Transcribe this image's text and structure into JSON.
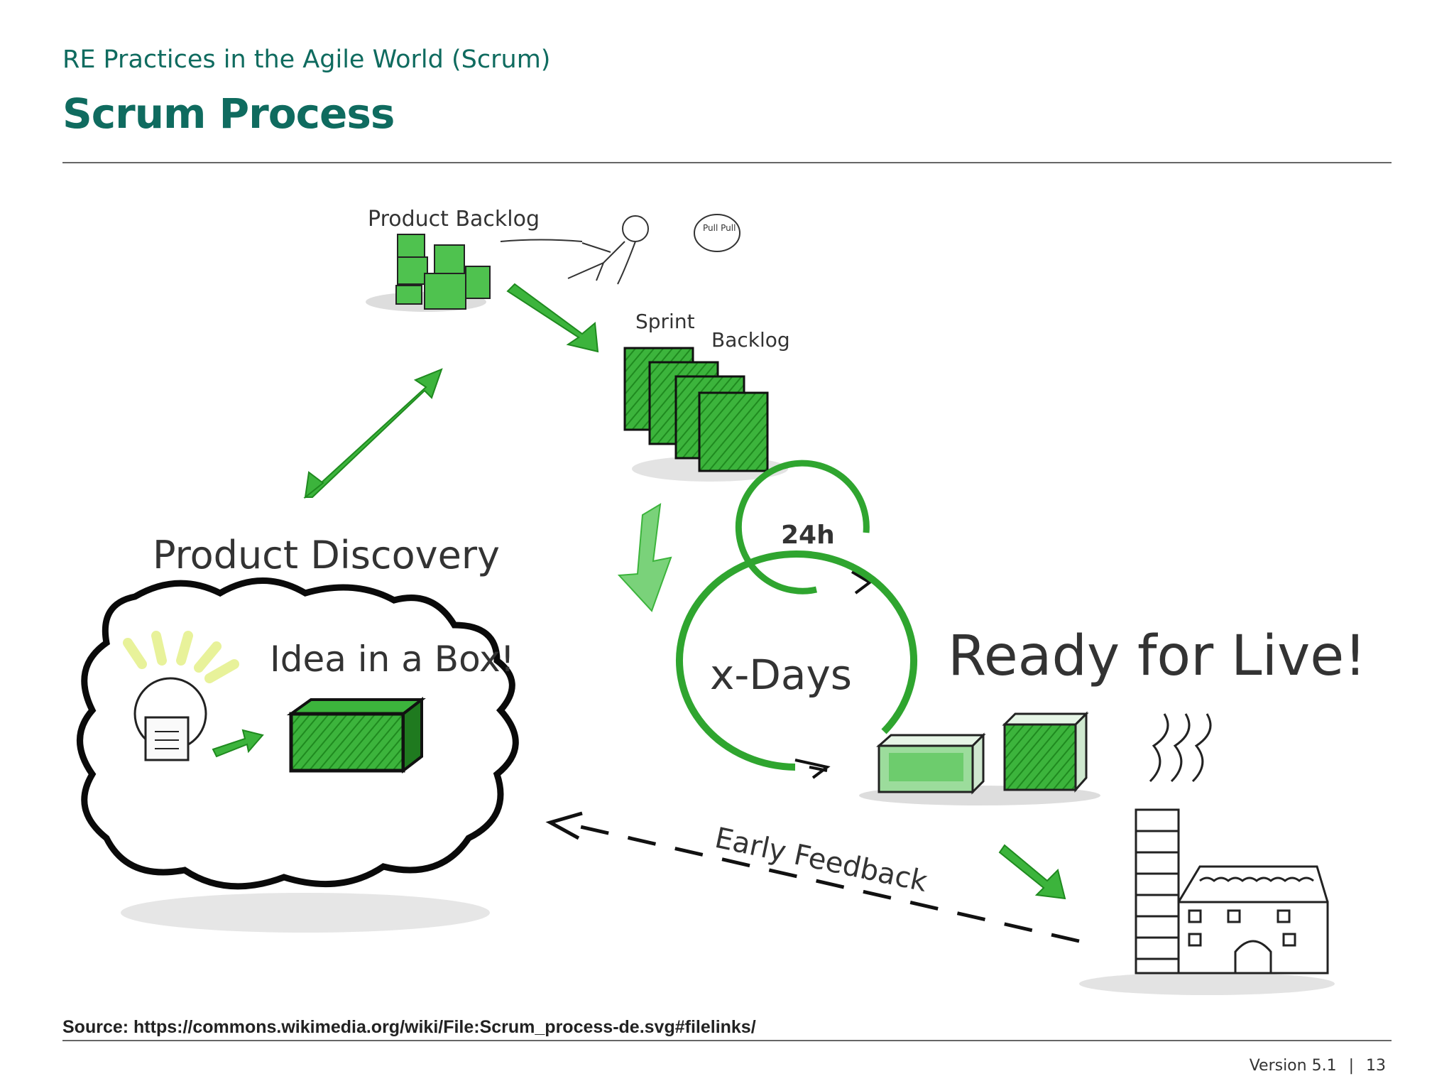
{
  "header": {
    "subtitle": "RE Practices in the Agile World (Scrum)",
    "title": "Scrum Process"
  },
  "diagram": {
    "labels": {
      "product_backlog": "Product Backlog",
      "pull": "Pull Pull",
      "sprint": "Sprint",
      "backlog": "Backlog",
      "product_discovery": "Product Discovery",
      "idea_in_a_box": "Idea in a Box!",
      "daily_cycle": "24h",
      "sprint_cycle": "x-Days",
      "ready_for_live": "Ready for Live!",
      "early_feedback": "Early Feedback"
    },
    "colors": {
      "green": "#3cb43c",
      "dark_green": "#1f8a1f",
      "ink": "#1a1a1a",
      "brand": "#0f6b5f"
    }
  },
  "source": "Source: https://commons.wikimedia.org/wiki/File:Scrum_process-de.svg#filelinks/",
  "footer": {
    "version": "Version 5.1",
    "separator": "|",
    "page": "13"
  }
}
